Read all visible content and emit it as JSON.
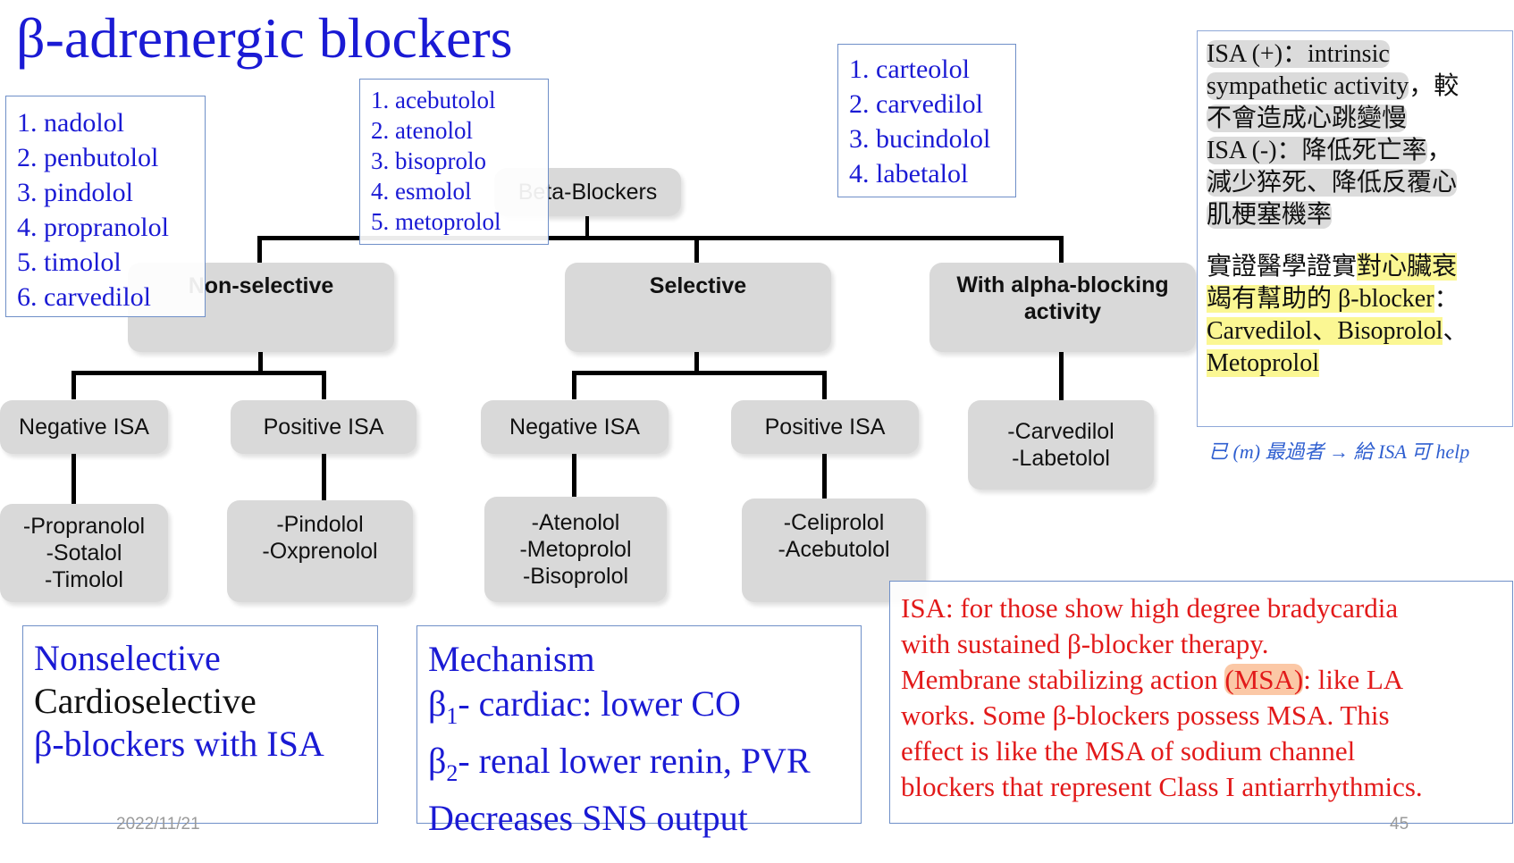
{
  "title": "β-adrenergic blockers",
  "list_nonselective": [
    "1. nadolol",
    "2. penbutolol",
    "3. pindolol",
    "4. propranolol",
    "5. timolol",
    "6. carvedilol"
  ],
  "list_selective": [
    "1. acebutolol",
    "2. atenolol",
    "3. bisoprolo",
    "4. esmolol",
    "5. metoprolol"
  ],
  "list_alpha": [
    "1. carteolol",
    "2. carvedilol",
    "3. bucindolol",
    "4. labetalol"
  ],
  "tree": {
    "root": "Beta-Blockers",
    "nonselective": "Non-selective",
    "selective": "Selective",
    "alpha": "With alpha-blocking activity",
    "ns_negative": "Negative ISA",
    "ns_positive": "Positive ISA",
    "s_negative": "Negative ISA",
    "s_positive": "Positive ISA",
    "ns_neg_drugs": [
      "-Propranolol",
      "-Sotalol",
      "-Timolol"
    ],
    "ns_pos_drugs": [
      "-Pindolol",
      "-Oxprenolol"
    ],
    "s_neg_drugs": [
      "-Atenolol",
      "-Metoprolol",
      "-Bisoprolol"
    ],
    "s_pos_drugs": [
      "-Celiprolol",
      "-Acebutolol"
    ],
    "alpha_drugs": [
      "-Carvedilol",
      "-Labetolol"
    ]
  },
  "isa_note": {
    "line1": "ISA (+)：intrinsic",
    "line2a": "sympathetic activity",
    "line2b": "，較",
    "line3": "不會造成心跳變慢",
    "line4a": "ISA (-)：降低死亡率",
    "line4b": "，",
    "line5": "減少猝死、降低反覆心",
    "line6": "肌梗塞機率",
    "line7a": "實證醫學證實",
    "line7b": "對心臟衰",
    "line8a": "竭有幫助的 β-blocker",
    "line8b": "：",
    "line9a": "Carvedilol、Bisoprolol",
    "line9b": "、",
    "line10": "Metoprolol"
  },
  "handwritten_note": "已 (m) 最過者 → 給 ISA 可 help",
  "legend_box": {
    "line1": "Nonselective",
    "line2": "Cardioselective",
    "line3": "β-blockers with ISA"
  },
  "mechanism_box": {
    "line1": "Mechanism",
    "line2_pre": "β",
    "line2_sub": "1",
    "line2_post": "- cardiac: lower CO",
    "line3_pre": "β",
    "line3_sub": "2",
    "line3_post": "- renal lower renin, PVR",
    "line4": "Decreases SNS output"
  },
  "isa_msa_box": {
    "line1": "ISA: for those show high degree bradycardia",
    "line2": "with sustained β-blocker therapy.",
    "line3a": "Membrane stabilizing action ",
    "line3b": "(MSA)",
    "line3c": ": like LA",
    "line4": "works. Some β-blockers possess MSA. This",
    "line5": "effect is like the MSA of sodium channel",
    "line6": "blockers that represent Class I antiarrhythmics."
  },
  "footer": {
    "date": "2022/11/21",
    "page": "45"
  },
  "colors": {
    "title_blue": "#1a1ad4",
    "red_text": "#e21a1a",
    "node_gray": "#d9d9d9",
    "box_border": "#6f8fc8"
  }
}
